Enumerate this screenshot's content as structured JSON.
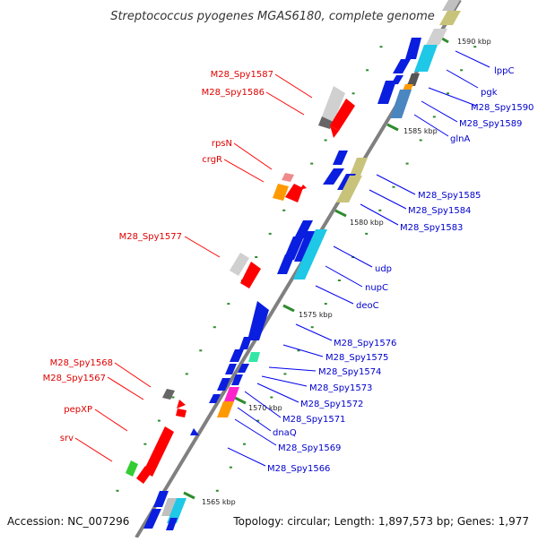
{
  "title": "Streptococcus pyogenes MGAS6180, complete genome",
  "footer": {
    "accession": "Accession: NC_007296",
    "stats": "Topology: circular; Length: 1,897,573 bp; Genes: 1,977"
  },
  "colors": {
    "backbone": "#808080",
    "left_label": "#e00000",
    "right_label": "#0000cc",
    "tick": "#2e8b2e",
    "gene_red": "#ff0000",
    "gene_blue": "#0a1ee0",
    "gene_cyan": "#1ec8e6",
    "gene_grey": "#d0d0d0",
    "gene_olive": "#c8c37a",
    "gene_orange": "#ff9900",
    "gene_green": "#33cc33",
    "gene_magenta": "#ff22cc",
    "gene_teal": "#33e6a6",
    "gene_steel": "#4a86c0",
    "gene_pink": "#f08a8a",
    "gene_dark": "#555555"
  },
  "scale_marks": [
    "1590 kbp",
    "1585 kbp",
    "1580 kbp",
    "1575 kbp",
    "1570 kbp",
    "1565 kbp"
  ],
  "left_genes": [
    "M28_Spy1587",
    "M28_Spy1586",
    "rpsN",
    "crgR",
    "M28_Spy1577",
    "M28_Spy1568",
    "M28_Spy1567",
    "pepXP",
    "srv"
  ],
  "right_genes": [
    "lppC",
    "pgk",
    "M28_Spy1590",
    "M28_Spy1589",
    "glnA",
    "M28_Spy1585",
    "M28_Spy1584",
    "M28_Spy1583",
    "udp",
    "nupC",
    "deoC",
    "M28_Spy1576",
    "M28_Spy1575",
    "M28_Spy1574",
    "M28_Spy1573",
    "M28_Spy1572",
    "M28_Spy1571",
    "dnaQ",
    "M28_Spy1569",
    "M28_Spy1566"
  ]
}
